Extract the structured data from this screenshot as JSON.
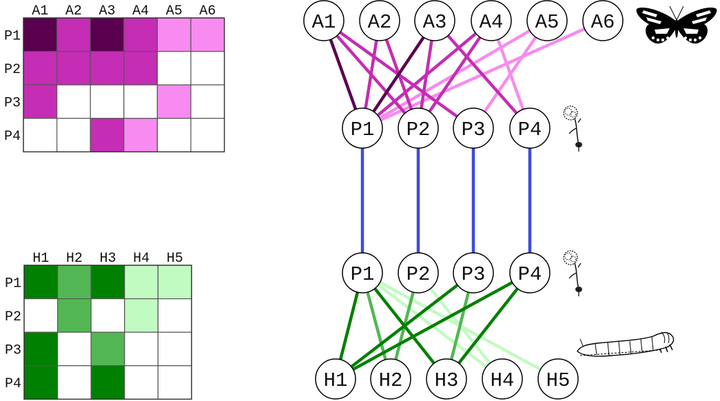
{
  "colors": {
    "pollination_levels": {
      "0": "#ffffff",
      "1": "#f78bf0",
      "2": "#c42db4",
      "3": "#5a004f"
    },
    "herbivory_levels": {
      "0": "#ffffff",
      "1": "#c2fbc2",
      "2": "#52b752",
      "3": "#008000"
    },
    "plant_link": "#3c4be0",
    "node_fill": "#ffffff",
    "node_stroke": "#000000"
  },
  "pollination_matrix": {
    "row_labels": [
      "P1",
      "P2",
      "P3",
      "P4"
    ],
    "col_labels": [
      "A1",
      "A2",
      "A3",
      "A4",
      "A5",
      "A6"
    ],
    "values": [
      [
        3,
        2,
        3,
        2,
        1,
        1
      ],
      [
        2,
        2,
        2,
        2,
        0,
        0
      ],
      [
        2,
        0,
        0,
        0,
        1,
        0
      ],
      [
        0,
        0,
        2,
        1,
        0,
        0
      ]
    ]
  },
  "herbivory_matrix": {
    "row_labels": [
      "P1",
      "P2",
      "P3",
      "P4"
    ],
    "col_labels": [
      "H1",
      "H2",
      "H3",
      "H4",
      "H5"
    ],
    "values": [
      [
        3,
        2,
        3,
        1,
        1
      ],
      [
        0,
        2,
        0,
        1,
        0
      ],
      [
        3,
        0,
        2,
        0,
        0
      ],
      [
        3,
        0,
        3,
        0,
        0
      ]
    ]
  },
  "network": {
    "animals": [
      "A1",
      "A2",
      "A3",
      "A4",
      "A5",
      "A6"
    ],
    "plants_top": [
      "P1",
      "P2",
      "P3",
      "P4"
    ],
    "plants_bottom": [
      "P1",
      "P2",
      "P3",
      "P4"
    ],
    "herbivores": [
      "H1",
      "H2",
      "H3",
      "H4",
      "H5"
    ],
    "icons": {
      "pollinator": "butterfly-icon",
      "plant": "carnation-flower-icon",
      "herbivore": "caterpillar-icon"
    }
  }
}
